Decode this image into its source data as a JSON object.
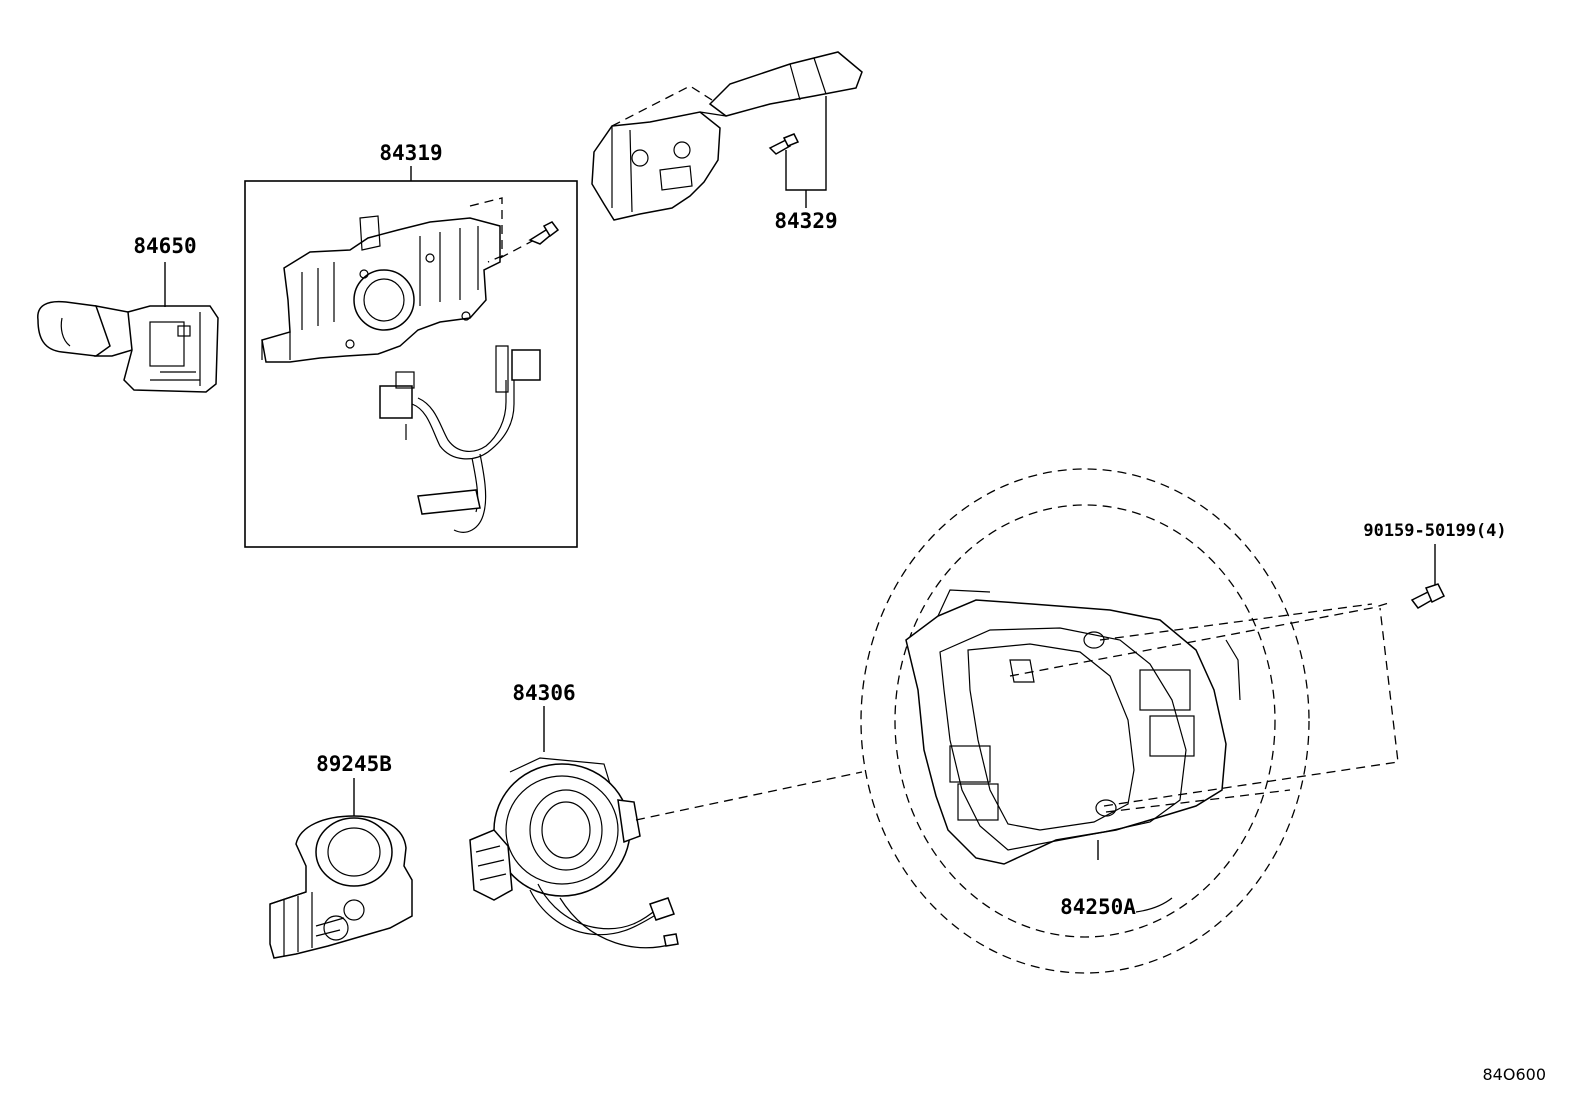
{
  "diagram": {
    "part_labels": {
      "p84650": "84650",
      "p84319": "84319",
      "p84329": "84329",
      "p84306": "84306",
      "p89245B": "89245B",
      "p84250A": "84250A",
      "p90159": "90159-50199(4)"
    },
    "reference_code": "84O600"
  }
}
